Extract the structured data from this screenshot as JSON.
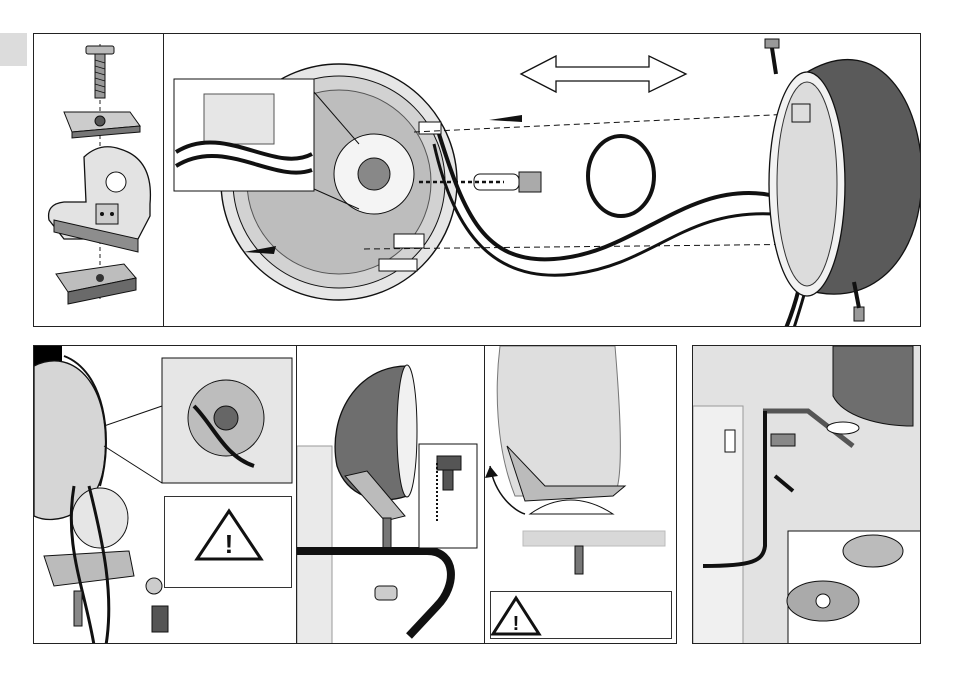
{
  "diagram": {
    "panels": [
      {
        "id": "top-left",
        "content": "mounting-hardware-exploded"
      },
      {
        "id": "top-main",
        "content": "lamp-exploded-assembly"
      },
      {
        "id": "bottom-1",
        "content": "bracket-cable-routing"
      },
      {
        "id": "bottom-2",
        "content": "drill-mounting-hole"
      },
      {
        "id": "bottom-3",
        "content": "adjust-tilt-angle"
      },
      {
        "id": "bottom-4",
        "content": "bracket-bolt-assembly"
      }
    ],
    "icons": {
      "warning": "warning-triangle-icon",
      "drill": "drill-icon",
      "double-arrow": "double-arrow-icon"
    },
    "colors": {
      "line": "#1a1a1a",
      "fill_light": "#e0e0e0",
      "fill_mid": "#9a9a9a",
      "fill_dark": "#444444",
      "step_marker": "#000000"
    },
    "warning_symbol": "!"
  }
}
